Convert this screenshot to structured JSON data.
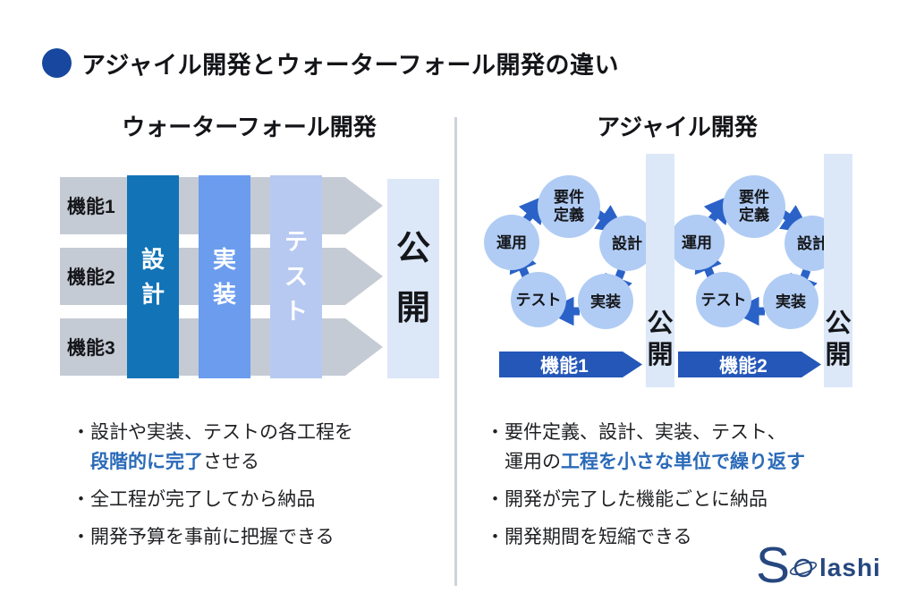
{
  "colors": {
    "title_dot": "#17479e",
    "waterfall_design_bar": "#1273b6",
    "waterfall_impl_bar": "#6b9cee",
    "waterfall_test_bar": "#b7c9f1",
    "release_bar": "#dce8f8",
    "gray_arrow": "#c5cbd4",
    "cycle_circle": "#b0ccf4",
    "cycle_arrow": "#2b62c8",
    "function_arrow": "#2457b8",
    "highlight_text": "#2a6ab8",
    "logo_navy": "#26477f"
  },
  "title": {
    "dot_icon": "circle-bullet",
    "text": "アジャイル開発とウォーターフォール開発の違い"
  },
  "waterfall": {
    "heading": "ウォーターフォール開発",
    "function_rows": [
      "機能1",
      "機能2",
      "機能3"
    ],
    "stage_bars": [
      "設計",
      "実装",
      "テスト"
    ],
    "release_label": "公開",
    "bullets": {
      "b1_line1": "・設計や実装、テストの各工程を",
      "b1_highlight": "段階的に完了",
      "b1_rest": "させる",
      "b2": "・全工程が完了してから納品",
      "b3": "・開発予算を事前に把握できる"
    }
  },
  "agile": {
    "heading": "アジャイル開発",
    "steps": {
      "requirements_line1": "要件",
      "requirements_line2": "定義",
      "design": "設計",
      "implementation": "実装",
      "test": "テスト",
      "operation": "運用"
    },
    "function_arrows": [
      "機能1",
      "機能2"
    ],
    "release_label": "公開",
    "bullets": {
      "b1_line1": "・要件定義、設計、実装、テスト、",
      "b1_pre": "運用の",
      "b1_highlight": "工程を小さな単位で繰り返す",
      "b2": "・開発が完了した機能ごとに納品",
      "b3": "・開発期間を短縮できる"
    }
  },
  "logo": {
    "s": "S",
    "rest": "lashi",
    "planet_icon": "planet-ring"
  }
}
